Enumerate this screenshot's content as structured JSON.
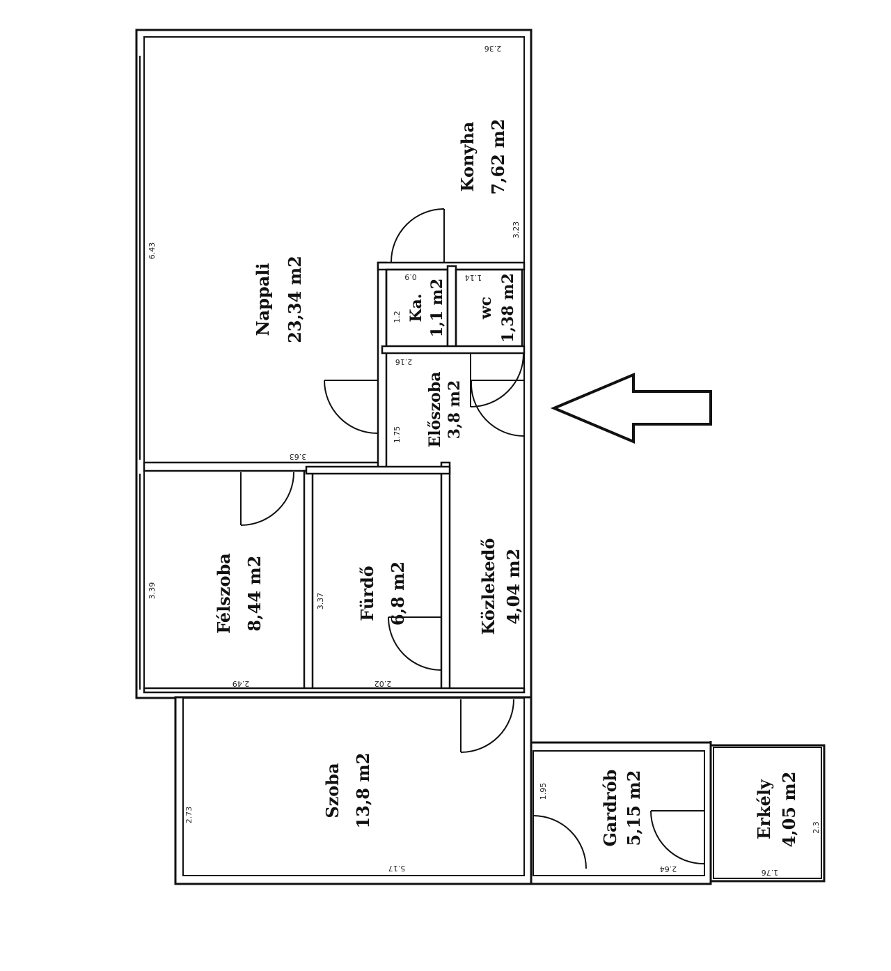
{
  "floorplan": {
    "rooms": [
      {
        "id": "nappali",
        "name": "Nappali",
        "area": "23,34 m2"
      },
      {
        "id": "konyha",
        "name": "Konyha",
        "area": "7,62 m2"
      },
      {
        "id": "kamra",
        "name": "Ka.",
        "area": "1,1 m2"
      },
      {
        "id": "wc",
        "name": "wc",
        "area": "1,38 m2"
      },
      {
        "id": "eloszoba",
        "name": "Előszoba",
        "area": "3,8 m2"
      },
      {
        "id": "felszoba",
        "name": "Félszoba",
        "area": "8,44 m2"
      },
      {
        "id": "furdo",
        "name": "Fürdő",
        "area": "6,8 m2"
      },
      {
        "id": "kozlekedo",
        "name": "Közlekedő",
        "area": "4,04 m2"
      },
      {
        "id": "szoba",
        "name": "Szoba",
        "area": "13,8 m2"
      },
      {
        "id": "gardrob",
        "name": "Gardrób",
        "area": "5,15 m2"
      },
      {
        "id": "erkely",
        "name": "Erkély",
        "area": "4,05 m2"
      }
    ],
    "dimensions": {
      "nappali_top": "2.36",
      "nappali_left": "6.43",
      "konyha_right": "3.23",
      "nappali_bottom": "3.63",
      "kamra_top": "0.9",
      "kamra_side": "1.2",
      "wc_top": "1.14",
      "eloszoba_top": "2.16",
      "eloszoba_side": "1.75",
      "felszoba_side": "3.39",
      "felszoba_bottom": "2.49",
      "furdo_side": "3.37",
      "furdo_bottom": "2.02",
      "szoba_side": "2.73",
      "szoba_bottom": "5.17",
      "gardrob_side": "1.95",
      "gardrob_bottom": "2.64",
      "erkely_side": "2.3",
      "erkely_bottom": "1.76"
    }
  }
}
